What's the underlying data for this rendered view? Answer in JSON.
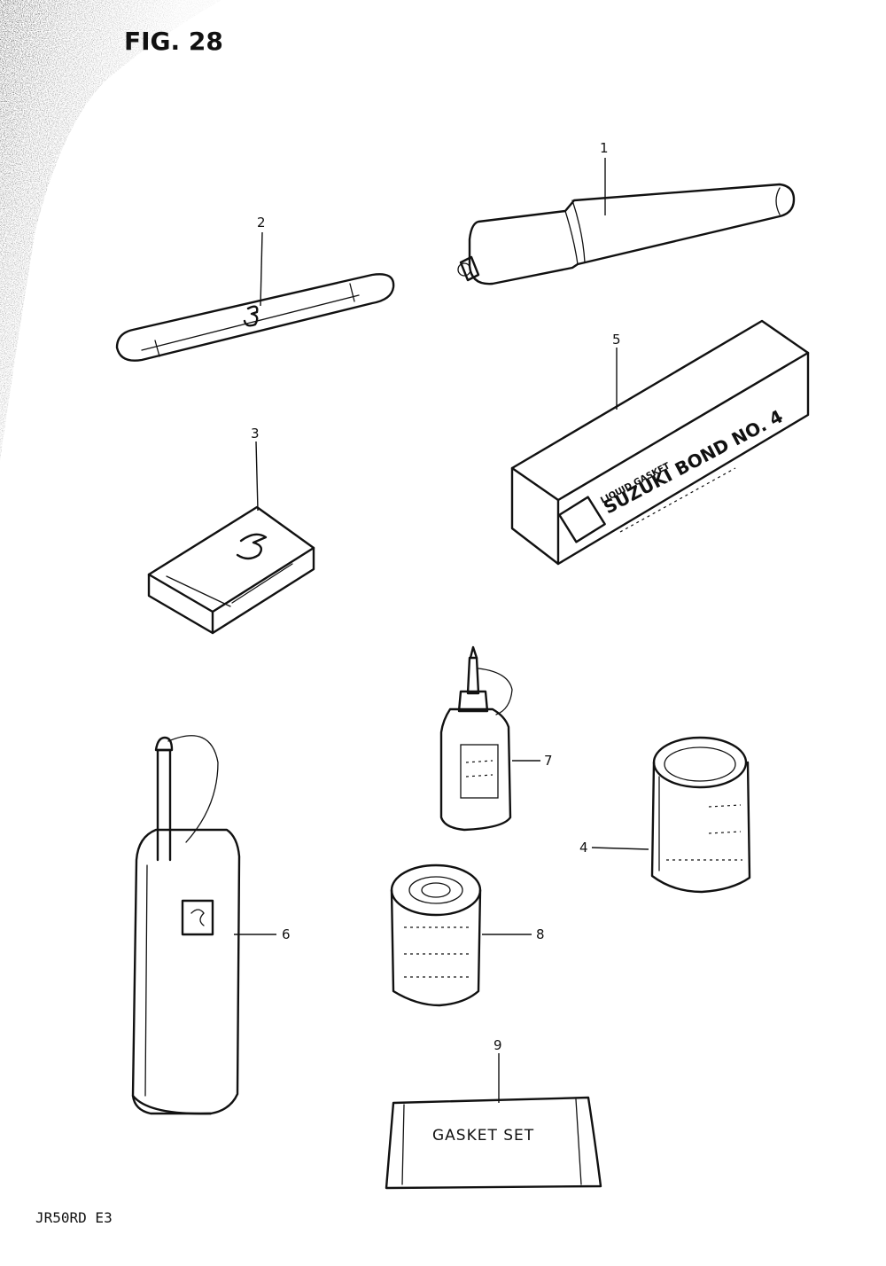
{
  "figure_label": "FIG. 28",
  "model_code": "JR50RD E3",
  "callouts": {
    "part_1": "1",
    "part_2": "2",
    "part_3": "3",
    "part_4": "4",
    "part_5": "5",
    "part_6": "6",
    "part_7": "7",
    "part_8": "8",
    "part_9": "9"
  },
  "box_print": {
    "line_small": "LIQUID GASKET",
    "line_main": "SUZUKI BOND NO. 4"
  },
  "gasket_label": "GASKET SET"
}
